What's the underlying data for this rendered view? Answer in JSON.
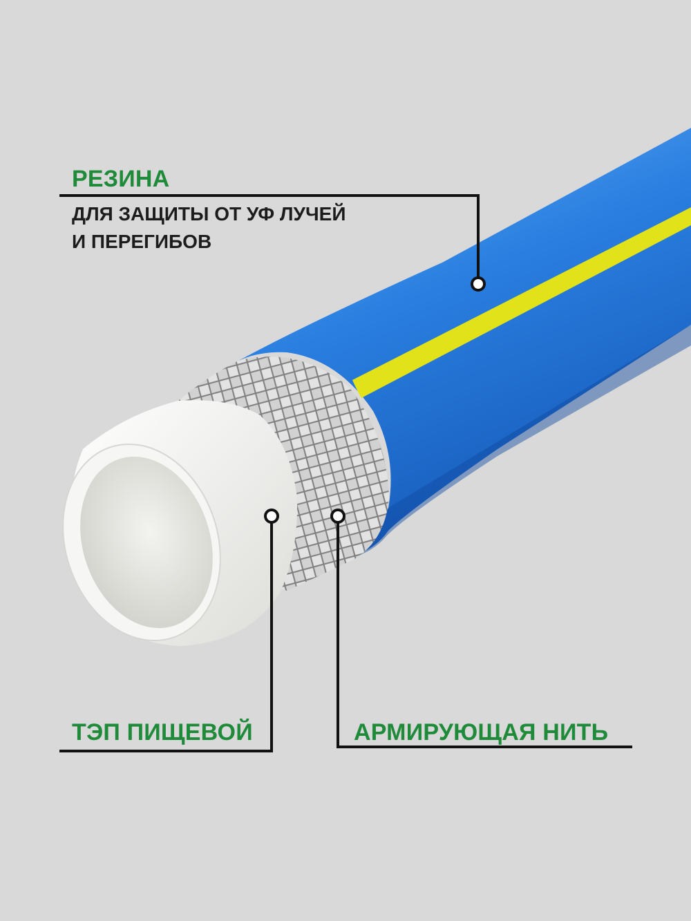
{
  "labels": {
    "rubber_title": "РЕЗИНА",
    "rubber_desc_line1": "ДЛЯ ЗАЩИТЫ ОТ УФ ЛУЧЕЙ",
    "rubber_desc_line2": "И ПЕРЕГИБОВ",
    "tpe_title": "ТЭП ПИЩЕВОЙ",
    "thread_title": "АРМИРУЮЩАЯ НИТЬ"
  },
  "colors": {
    "background": "#d9d9d9",
    "accent_green": "#1f8a3a",
    "hose_blue": "#1e6fd6",
    "stripe_yellow": "#e2e21a",
    "inner_tube_white": "#f2f2ef",
    "text_dark": "#1c1c1c"
  },
  "illustration": {
    "subject": "hose-cross-section",
    "layers": [
      "outer-rubber-layer",
      "reinforcing-thread-braid",
      "inner-tpe-tube"
    ]
  }
}
